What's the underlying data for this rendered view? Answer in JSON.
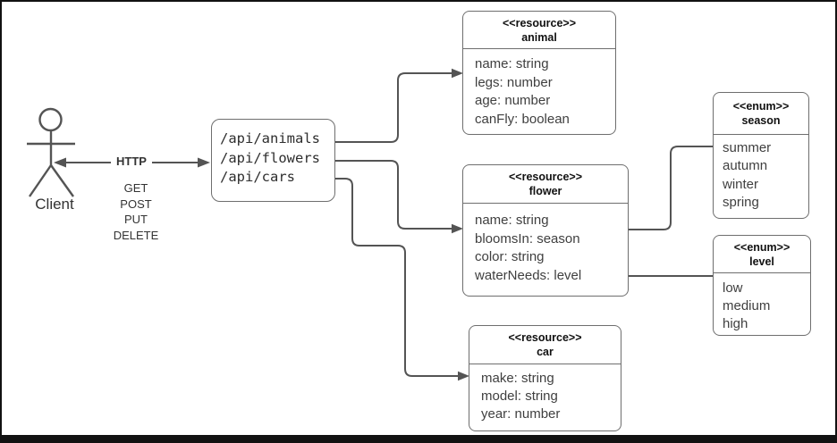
{
  "diagram": {
    "client": {
      "label": "Client",
      "arrow_label": "HTTP",
      "methods": [
        "GET",
        "POST",
        "PUT",
        "DELETE"
      ]
    },
    "api": {
      "endpoints": [
        "/api/animals",
        "/api/flowers",
        "/api/cars"
      ]
    },
    "boxes": [
      {
        "stereotype": "<<resource>>",
        "name": "animal",
        "fields": [
          "name: string",
          "legs: number",
          "age: number",
          "canFly: boolean"
        ]
      },
      {
        "stereotype": "<<resource>>",
        "name": "flower",
        "fields": [
          "name: string",
          "bloomsIn: season",
          "color: string",
          "waterNeeds: level"
        ]
      },
      {
        "stereotype": "<<resource>>",
        "name": "car",
        "fields": [
          "make: string",
          "model: string",
          "year: number"
        ]
      },
      {
        "stereotype": "<<enum>>",
        "name": "season",
        "fields": [
          "summer",
          "autumn",
          "winter",
          "spring"
        ]
      },
      {
        "stereotype": "<<enum>>",
        "name": "level",
        "fields": [
          "low",
          "medium",
          "high"
        ]
      }
    ],
    "colors": {
      "connector": "#545454",
      "box_border": "#6e6e6e",
      "body_text": "#3f3f3f",
      "header_text": "#111111",
      "frame": "#121212"
    }
  }
}
